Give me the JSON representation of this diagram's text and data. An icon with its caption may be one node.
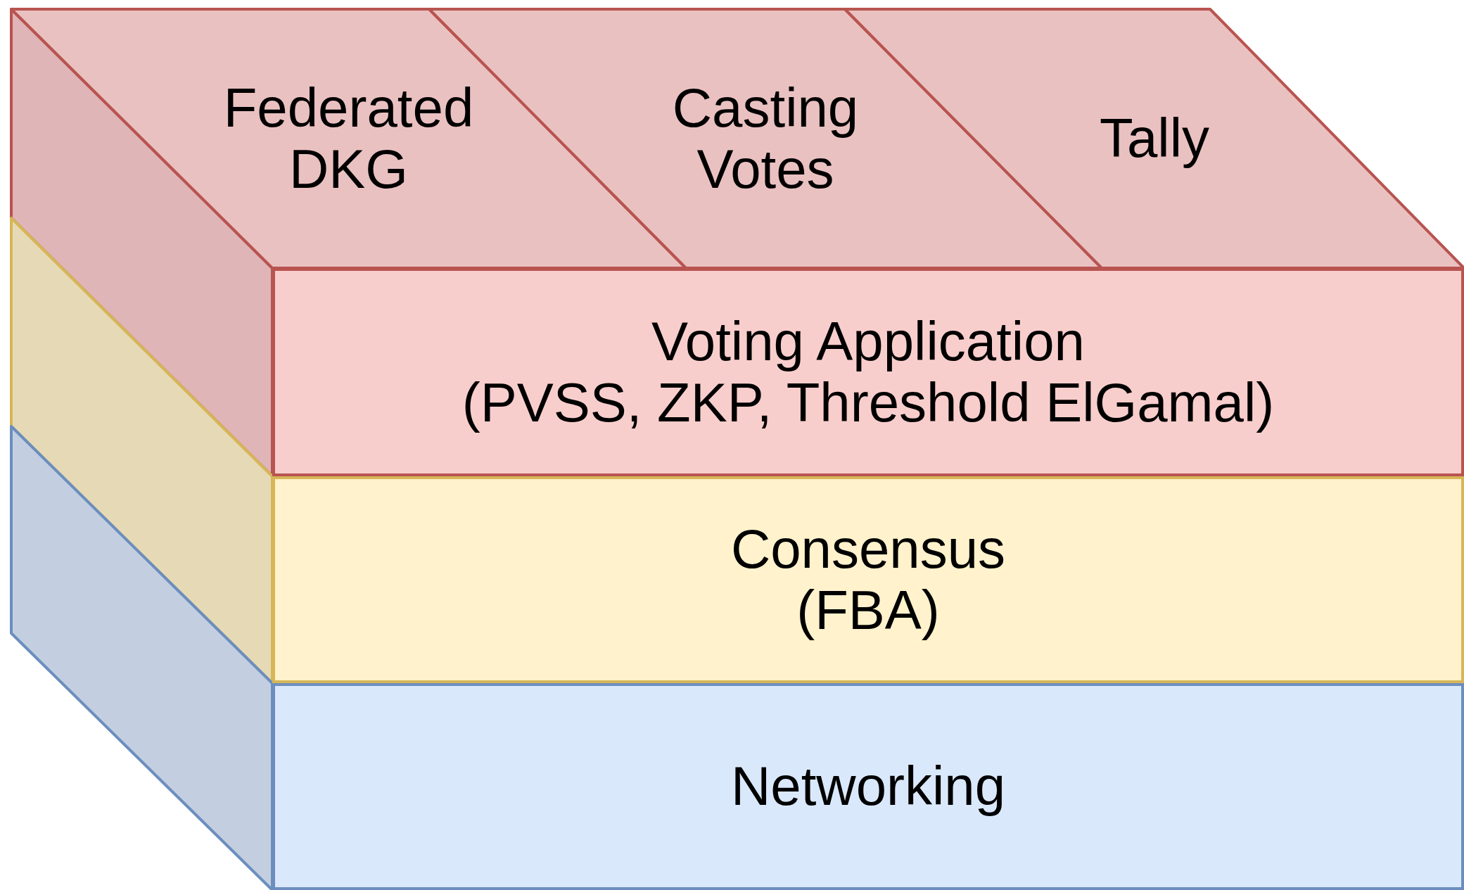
{
  "diagram": {
    "nodes": [
      {
        "text": [
          "Federated DKG"
        ]
      },
      {
        "text": [
          "Casting Votes"
        ]
      },
      {
        "text": [
          "Tally"
        ]
      },
      {
        "text": [
          "Voting Application",
          "(PVSS, ZKP, Threshold ElGamal)"
        ]
      },
      {
        "text": [
          "Consensus",
          "(FBA)"
        ]
      },
      {
        "text": [
          "Networking"
        ]
      }
    ]
  }
}
